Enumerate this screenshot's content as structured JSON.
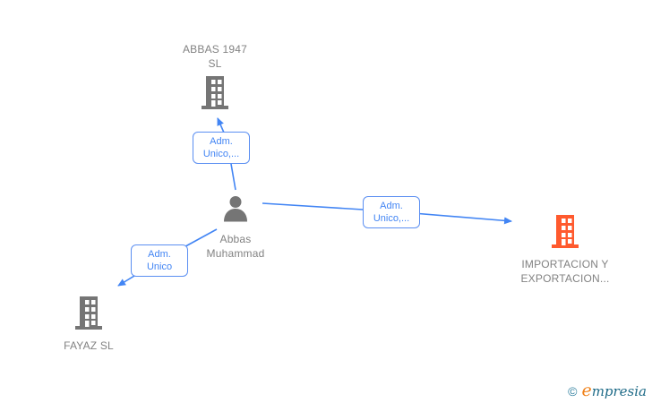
{
  "colors": {
    "edge_blue": "#4285f4",
    "icon_gray": "#757575",
    "icon_orange": "#ff5a2e",
    "text_gray": "#828282",
    "brand_teal": "#1d6a87",
    "brand_orange": "#f08119"
  },
  "nodes": [
    {
      "id": "abbas-1947-sl",
      "type": "company",
      "label": "ABBAS 1947 SL",
      "icon": "building-icon",
      "icon_color": "gray"
    },
    {
      "id": "abbas-muhammad",
      "type": "person",
      "label": "Abbas Muhammad",
      "icon": "person-icon",
      "icon_color": "gray"
    },
    {
      "id": "importacion",
      "type": "company",
      "label": "IMPORTACION Y EXPORTACION...",
      "icon": "building-icon",
      "icon_color": "orange"
    },
    {
      "id": "fayaz-sl",
      "type": "company",
      "label": "FAYAZ SL",
      "icon": "building-icon",
      "icon_color": "gray"
    }
  ],
  "edges": [
    {
      "from": "abbas-muhammad",
      "to": "abbas-1947-sl",
      "label": "Adm. Unico,..."
    },
    {
      "from": "abbas-muhammad",
      "to": "importacion",
      "label": "Adm. Unico,..."
    },
    {
      "from": "abbas-muhammad",
      "to": "fayaz-sl",
      "label": "Adm. Unico"
    }
  ],
  "footer": {
    "symbol": "©",
    "brand_initial": "e",
    "brand_rest": "mpresia"
  }
}
